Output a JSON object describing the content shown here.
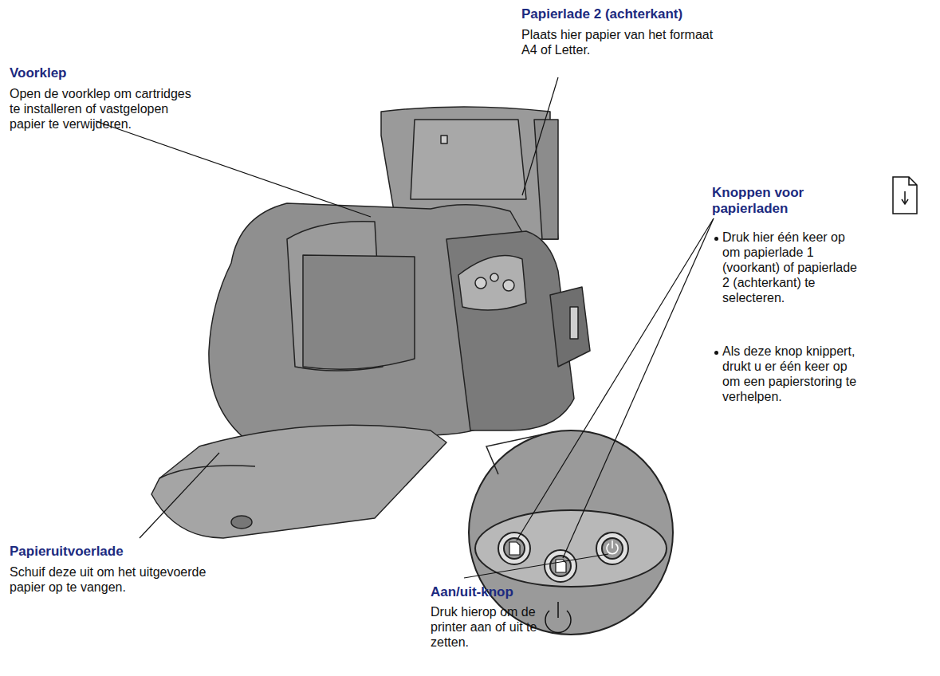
{
  "diagram": {
    "labels": [
      "Papierlade 2 (achterkant)",
      "Plaats hier papier van het formaat A4 of Letter.",
      "Voorklep",
      "Open de voorklep om cartridges te installeren of vastgelopen papier te verwijderen.",
      "Knoppen voor papierladen",
      "Druk hier één keer op om papierlade 1 (voorkant) of papierlade 2 (achterkant) te selecteren.",
      "Als deze knop knippert, drukt u er één keer op om een papierstoring te verhelpen.",
      "Papieruitvoerlade",
      "Schuif deze uit om het uitgevoerde papier op te vangen.",
      "Aan/uit-knop",
      "Druk hierop om de printer aan of uit te zetten."
    ]
  }
}
